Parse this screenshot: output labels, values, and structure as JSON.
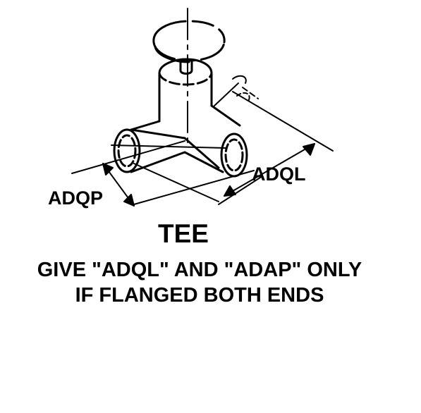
{
  "labels": {
    "adql": "ADQL",
    "adqp": "ADQP"
  },
  "title": "TEE",
  "note": {
    "line1": "GIVE \"ADQL\" AND \"ADAP\" ONLY",
    "line2": "IF FLANGED BOTH ENDS"
  },
  "colors": {
    "ink": "#000000",
    "paper": "#ffffff"
  }
}
